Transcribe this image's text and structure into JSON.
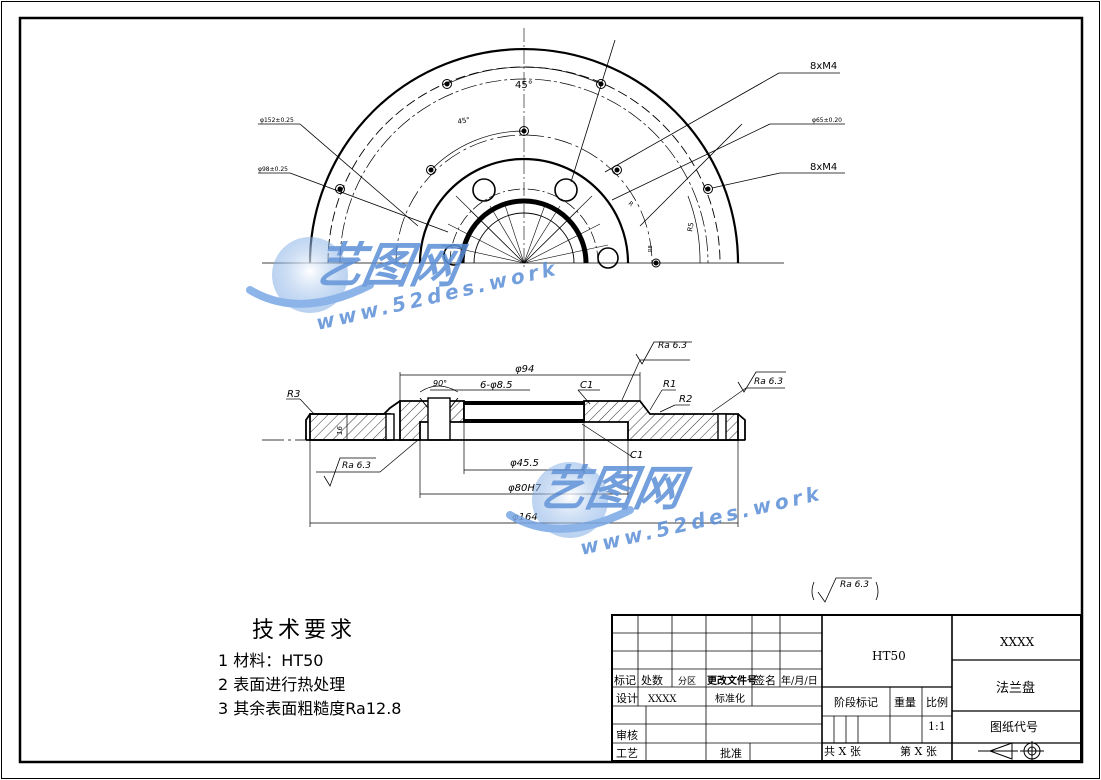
{
  "views": {
    "top": {
      "angle_outer": "45°",
      "angle_inner": "45°",
      "dia_phi152": "φ152±0.25",
      "dia_phi98": "φ98±0.25",
      "dia_phi65": "φ65±0.20",
      "thread_top": "8xM4",
      "thread_mid": "8xM4",
      "small_a": "R",
      "small_b": "R5",
      "small_c": "R8"
    },
    "section": {
      "dim_phi94": "φ94",
      "dim_6xphi8_5": "6-φ8.5",
      "dim_90deg": "90°",
      "dim_c1_top": "C1",
      "dim_c1_bot": "C1",
      "dim_r1": "R1",
      "dim_r2": "R2",
      "dim_r3": "R3",
      "dim_phi45_5": "φ45.5",
      "dim_phi80h7": "φ80H7",
      "dim_phi164": "φ164",
      "dim_thickness": "16",
      "ra_top": "Ra 6.3",
      "ra_right": "Ra 6.3",
      "ra_left": "Ra 6.3",
      "ra_general": "Ra 6.3"
    }
  },
  "tech_req": {
    "title": "技术要求",
    "items": [
      "1 材料：HT50",
      "2 表面进行热处理",
      "3 其余表面粗糙度Ra12.8"
    ]
  },
  "title_block": {
    "material": "HT50",
    "company": "XXXX",
    "part_name": "法兰盘",
    "drawing_code_label": "图纸代号",
    "mark": "标记",
    "count": "处数",
    "zone": "分区",
    "change_doc": "更改文件号",
    "signature": "签名",
    "date": "年/月/日",
    "design": "设计",
    "designer": "XXXX",
    "standardize": "标准化",
    "stage_mark": "阶段标记",
    "weight": "重量",
    "scale_label": "比例",
    "scale": "1:1",
    "review": "审核",
    "process": "工艺",
    "approve": "批准",
    "sheets_total": "共 X 张",
    "sheet_no": "第 X 张"
  },
  "watermark": {
    "brand": "艺图网",
    "url": "www.52des.work"
  },
  "colors": {
    "line": "#000000",
    "watermark_blue": "#5b8fd6",
    "watermark_light": "#a9c8ef"
  }
}
